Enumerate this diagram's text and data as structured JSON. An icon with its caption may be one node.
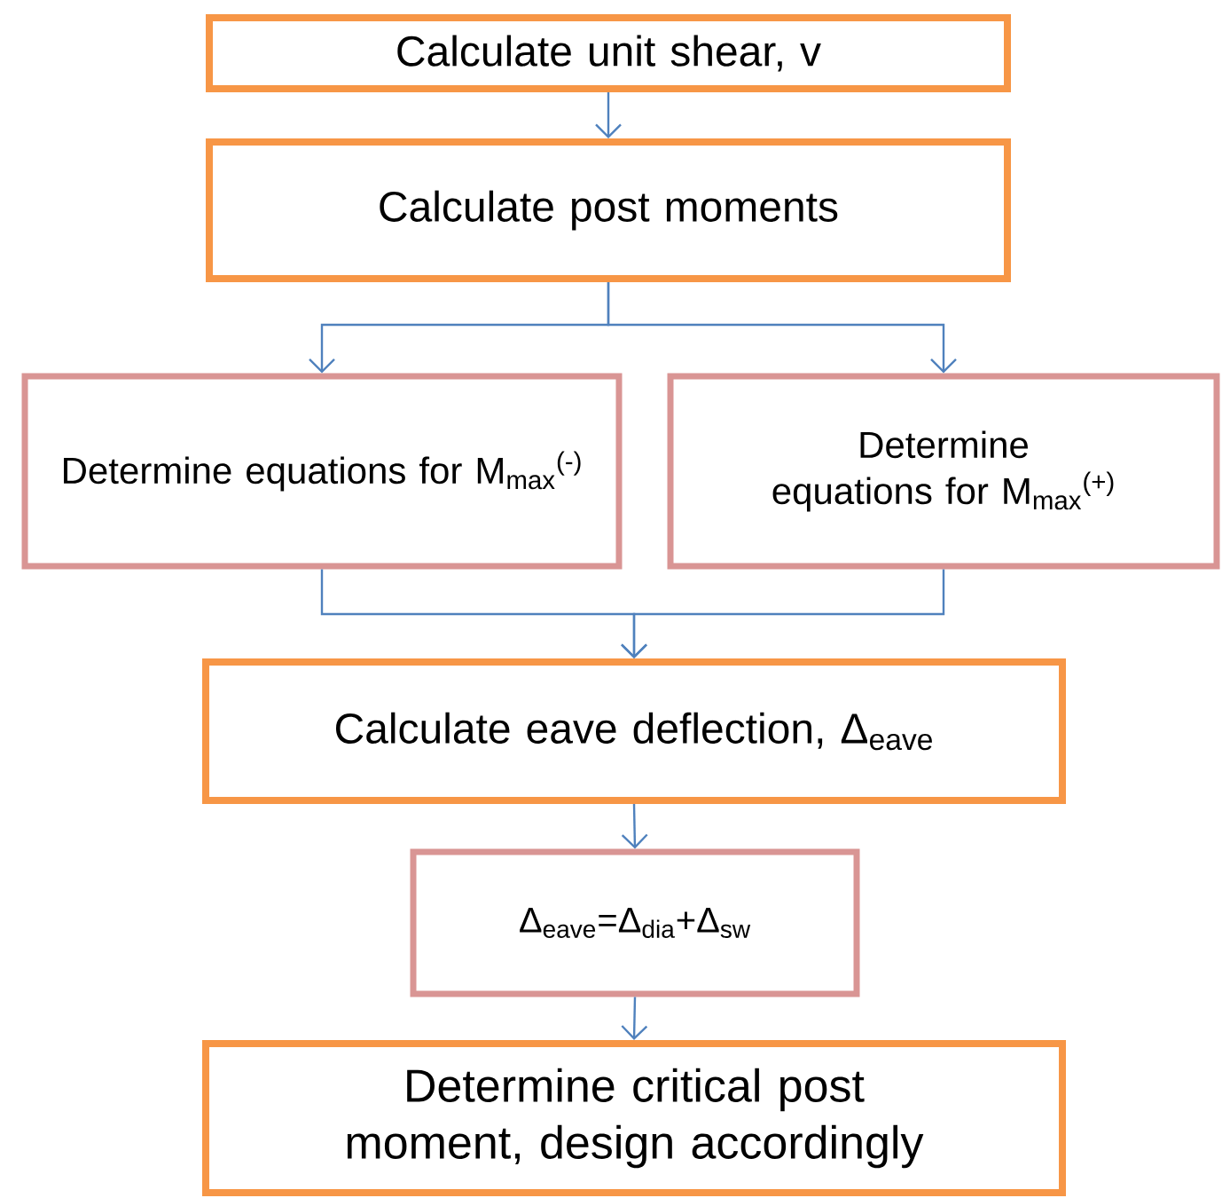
{
  "diagram": {
    "nodes": [
      {
        "text": [
          "Calculate unit shear, v"
        ]
      },
      {
        "text": [
          "Calculate post moments"
        ]
      },
      {
        "text": [
          "Determine equations for M$_{max}$$^{(-)}$"
        ]
      },
      {
        "text": [
          "Determine equations for M$_{max}$$^{(+)}$"
        ]
      },
      {
        "text": [
          "Calculate eave deflection, Δ$_{eave}$"
        ]
      },
      {
        "text": [
          "Δ$_{eave}$=Δ$_{dia}$+Δ$_{sw}$"
        ]
      },
      {
        "text": [
          "Determine critical post moment, design accordingly"
        ]
      }
    ],
    "edges": [
      {
        "from": 0,
        "to": 1,
        "arrow": "to"
      },
      {
        "from": 1,
        "to": 2,
        "arrow": "to"
      },
      {
        "from": 1,
        "to": 3,
        "arrow": "to"
      },
      {
        "from": 2,
        "to": 4,
        "arrow": "to"
      },
      {
        "from": 3,
        "to": 4,
        "arrow": "to"
      },
      {
        "from": 4,
        "to": 5,
        "arrow": "to"
      },
      {
        "from": 5,
        "to": 6,
        "arrow": "to"
      }
    ]
  }
}
